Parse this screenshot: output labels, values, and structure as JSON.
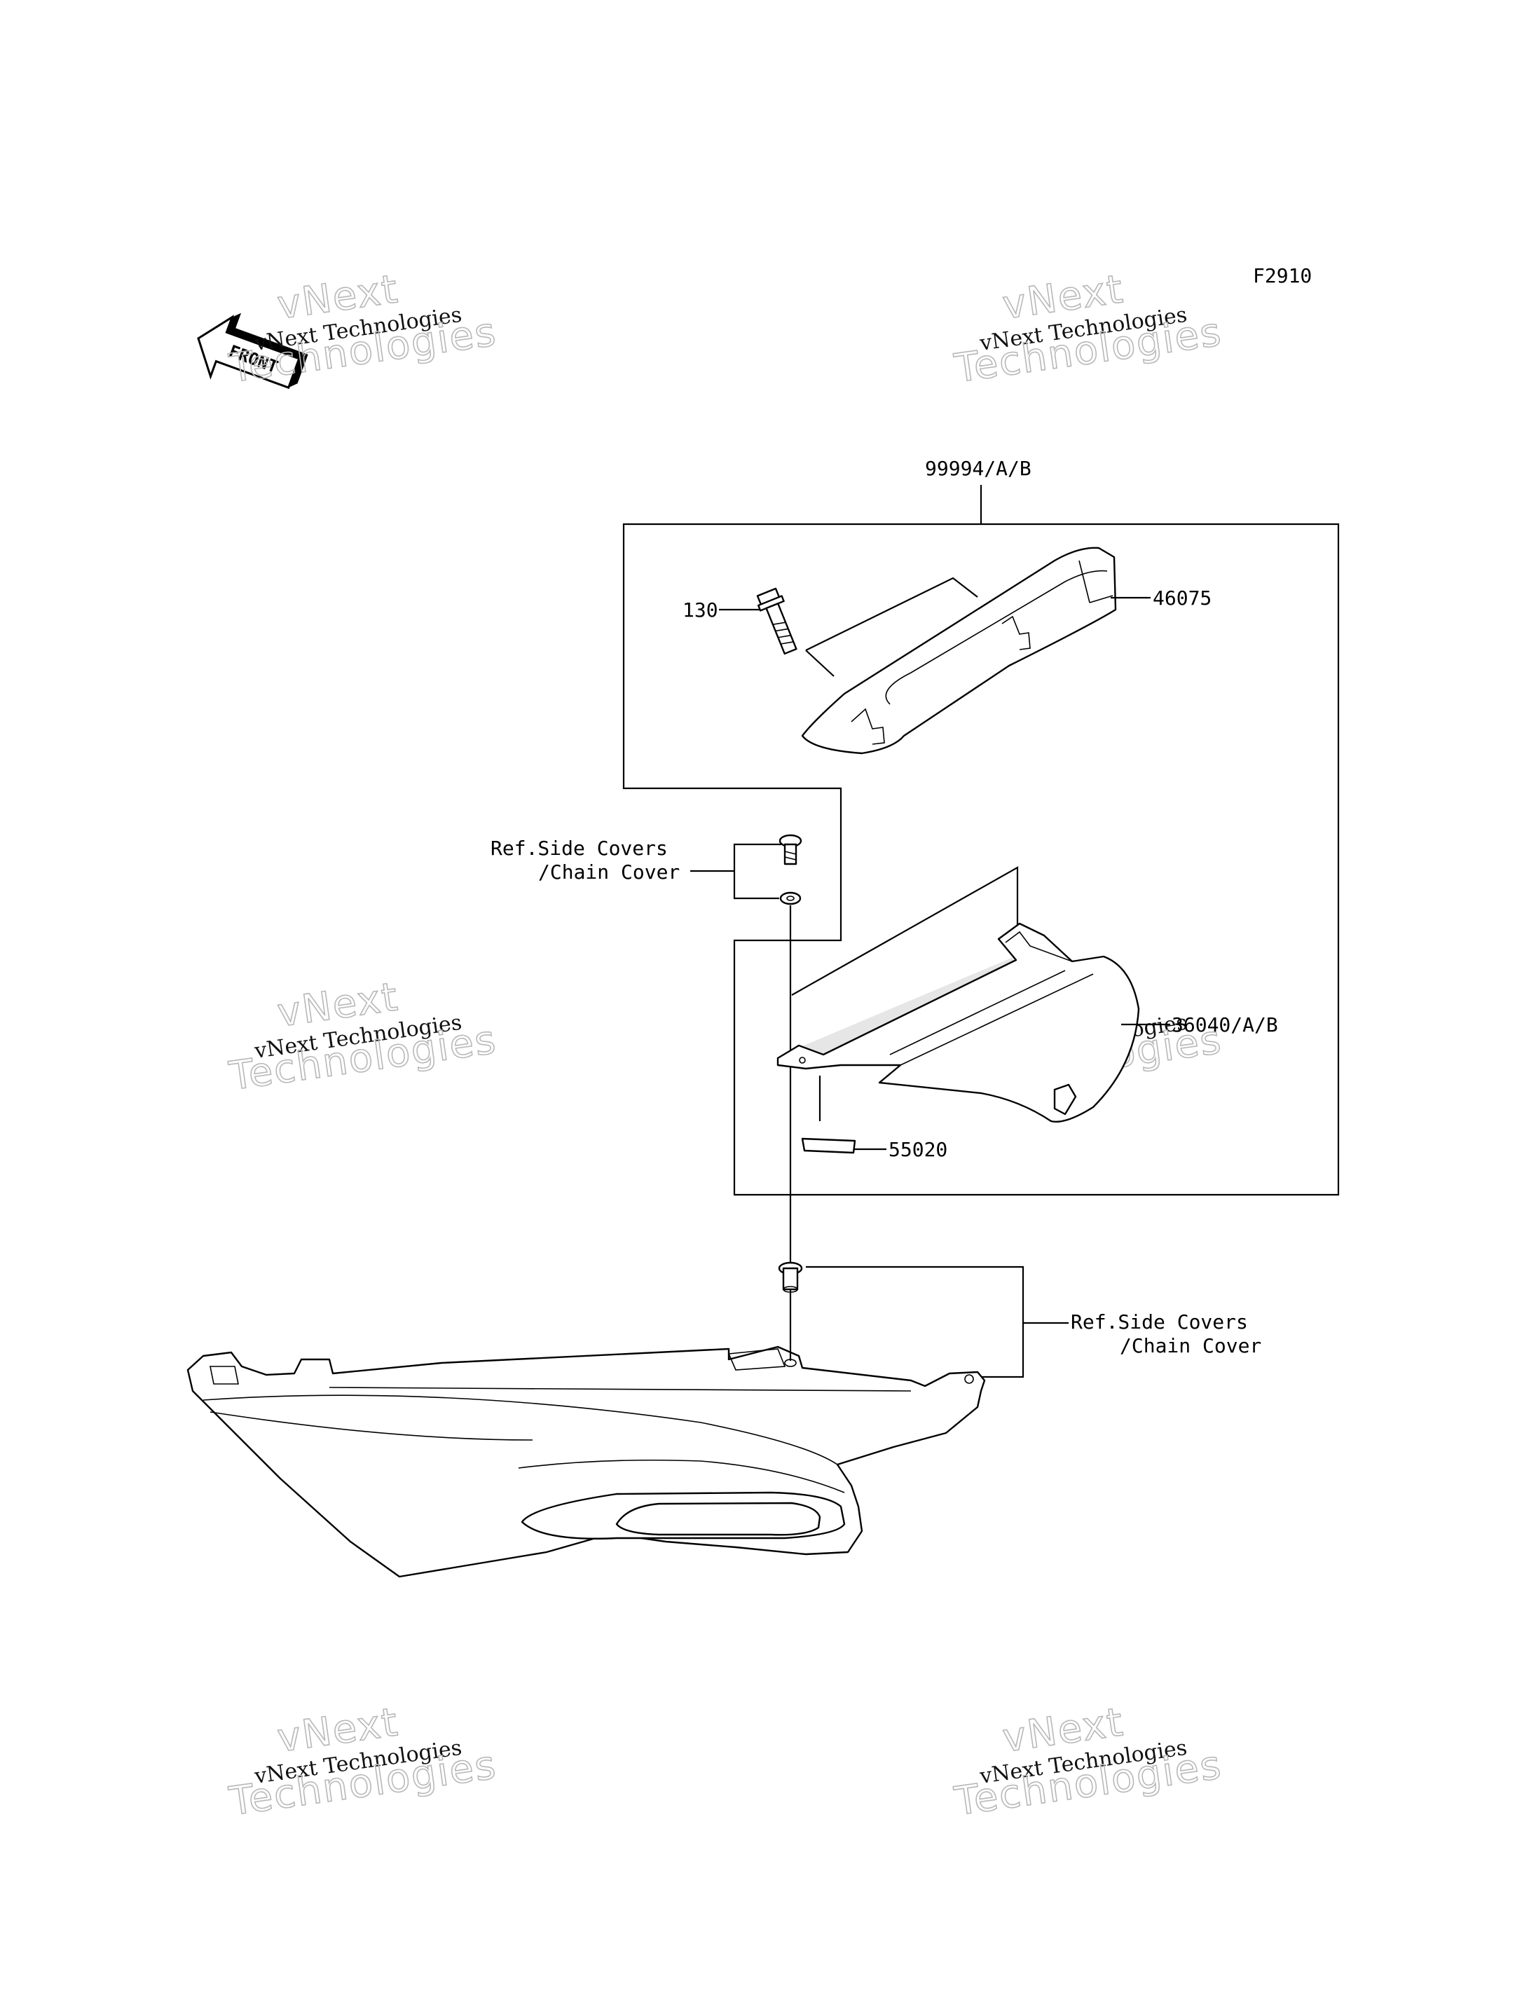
{
  "figure_code": "F2910",
  "front_label": "FRONT",
  "watermark": {
    "line1": "vNext Technologies",
    "line2": "vNext",
    "line3": "Technologies"
  },
  "callouts": {
    "kit": "99994/A/B",
    "bolt": "130",
    "grab_rail": "46075",
    "ref_top_line1": "Ref.Side Covers",
    "ref_top_line2": "/Chain Cover",
    "cover": "36040/A/B",
    "pad": "55020",
    "ref_bottom_line1": "Ref.Side Covers",
    "ref_bottom_line2": "/Chain Cover"
  }
}
